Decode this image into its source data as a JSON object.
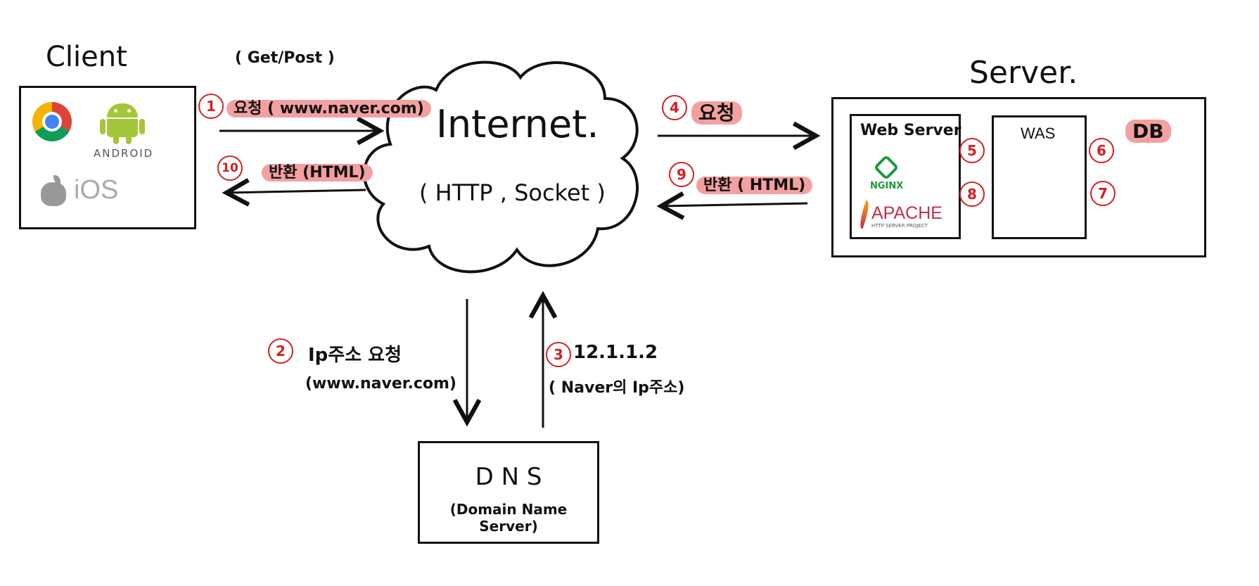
{
  "client": {
    "title": "Client",
    "method_note": "( Get/Post )",
    "android_label": "ANDROID",
    "ios_label": "iOS"
  },
  "internet": {
    "title": "Internet.",
    "subtitle": "( HTTP , Socket )"
  },
  "server": {
    "title": "Server.",
    "web_server_title": "Web Server",
    "nginx_label": "NGINX",
    "apache_label": "APACHE",
    "apache_sub": "HTTP SERVER PROJECT",
    "was_title": "WAS",
    "db_title": "DB"
  },
  "dns": {
    "title": "D N S",
    "subtitle": "(Domain Name Server)"
  },
  "steps": {
    "s1": {
      "num": "1",
      "text": "요청 ( www.naver.com)"
    },
    "s2": {
      "num": "2",
      "text": "Ip주소 요청",
      "sub": "(www.naver.com)"
    },
    "s3": {
      "num": "3",
      "text": "12.1.1.2",
      "sub": "( Naver의 Ip주소)"
    },
    "s4": {
      "num": "4",
      "text": "요청"
    },
    "s5": {
      "num": "5"
    },
    "s6": {
      "num": "6"
    },
    "s7": {
      "num": "7"
    },
    "s8": {
      "num": "8"
    },
    "s9": {
      "num": "9",
      "text": "반환 ( HTML)"
    },
    "s10": {
      "num": "10",
      "text": "반환 (HTML)"
    }
  },
  "colors": {
    "highlight": "#f4a0a0",
    "step_red": "#d42020",
    "android_green": "#a4c639",
    "nginx_green": "#1f9a3a",
    "apache_red": "#c0304a"
  }
}
